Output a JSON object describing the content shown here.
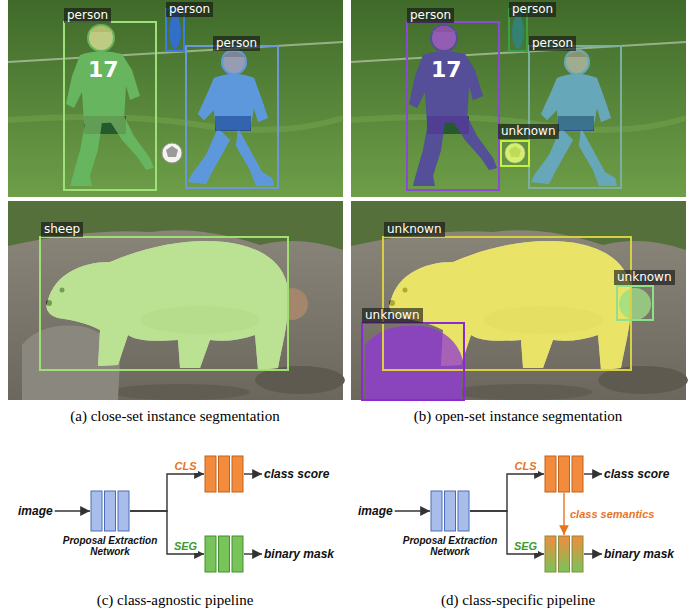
{
  "diagram": {
    "nodes": [
      {
        "text": [
          "image"
        ]
      },
      {
        "text": [
          "Proposal Extraction Network"
        ]
      },
      {
        "text": []
      },
      {
        "text": []
      },
      {
        "text": [
          "class score"
        ]
      },
      {
        "text": [
          "binary mask"
        ]
      },
      {
        "text": [
          "image"
        ]
      },
      {
        "text": [
          "Proposal Extraction Network"
        ]
      },
      {
        "text": []
      },
      {
        "text": []
      },
      {
        "text": [
          "class score"
        ]
      },
      {
        "text": [
          "binary mask"
        ]
      }
    ],
    "edges": [
      {
        "from": 0,
        "to": 1,
        "arrow": "to"
      },
      {
        "from": 1,
        "to": 2,
        "label": "CLS",
        "arrow": "to"
      },
      {
        "from": 1,
        "to": 3,
        "label": "SEG",
        "arrow": "to"
      },
      {
        "from": 2,
        "to": 4,
        "arrow": "to"
      },
      {
        "from": 3,
        "to": 5,
        "arrow": "to"
      },
      {
        "from": 6,
        "to": 7,
        "arrow": "to"
      },
      {
        "from": 7,
        "to": 8,
        "label": "CLS",
        "arrow": "to"
      },
      {
        "from": 7,
        "to": 9,
        "label": "SEG",
        "arrow": "to"
      },
      {
        "from": 8,
        "to": 10,
        "arrow": "to"
      },
      {
        "from": 9,
        "to": 11,
        "arrow": "to"
      },
      {
        "from": 8,
        "to": 9,
        "label": "class semantics",
        "arrow": "to"
      }
    ],
    "labels": [
      "person",
      "person",
      "person",
      "17",
      "person",
      "person",
      "person",
      "unknown",
      "17",
      "sheep",
      "unknown",
      "unknown",
      "unknown",
      "(a) close-set instance segmentation",
      "(b) open-set instance segmentation",
      "(c) class-agnostic pipeline",
      "(d) class-specific pipeline"
    ]
  }
}
